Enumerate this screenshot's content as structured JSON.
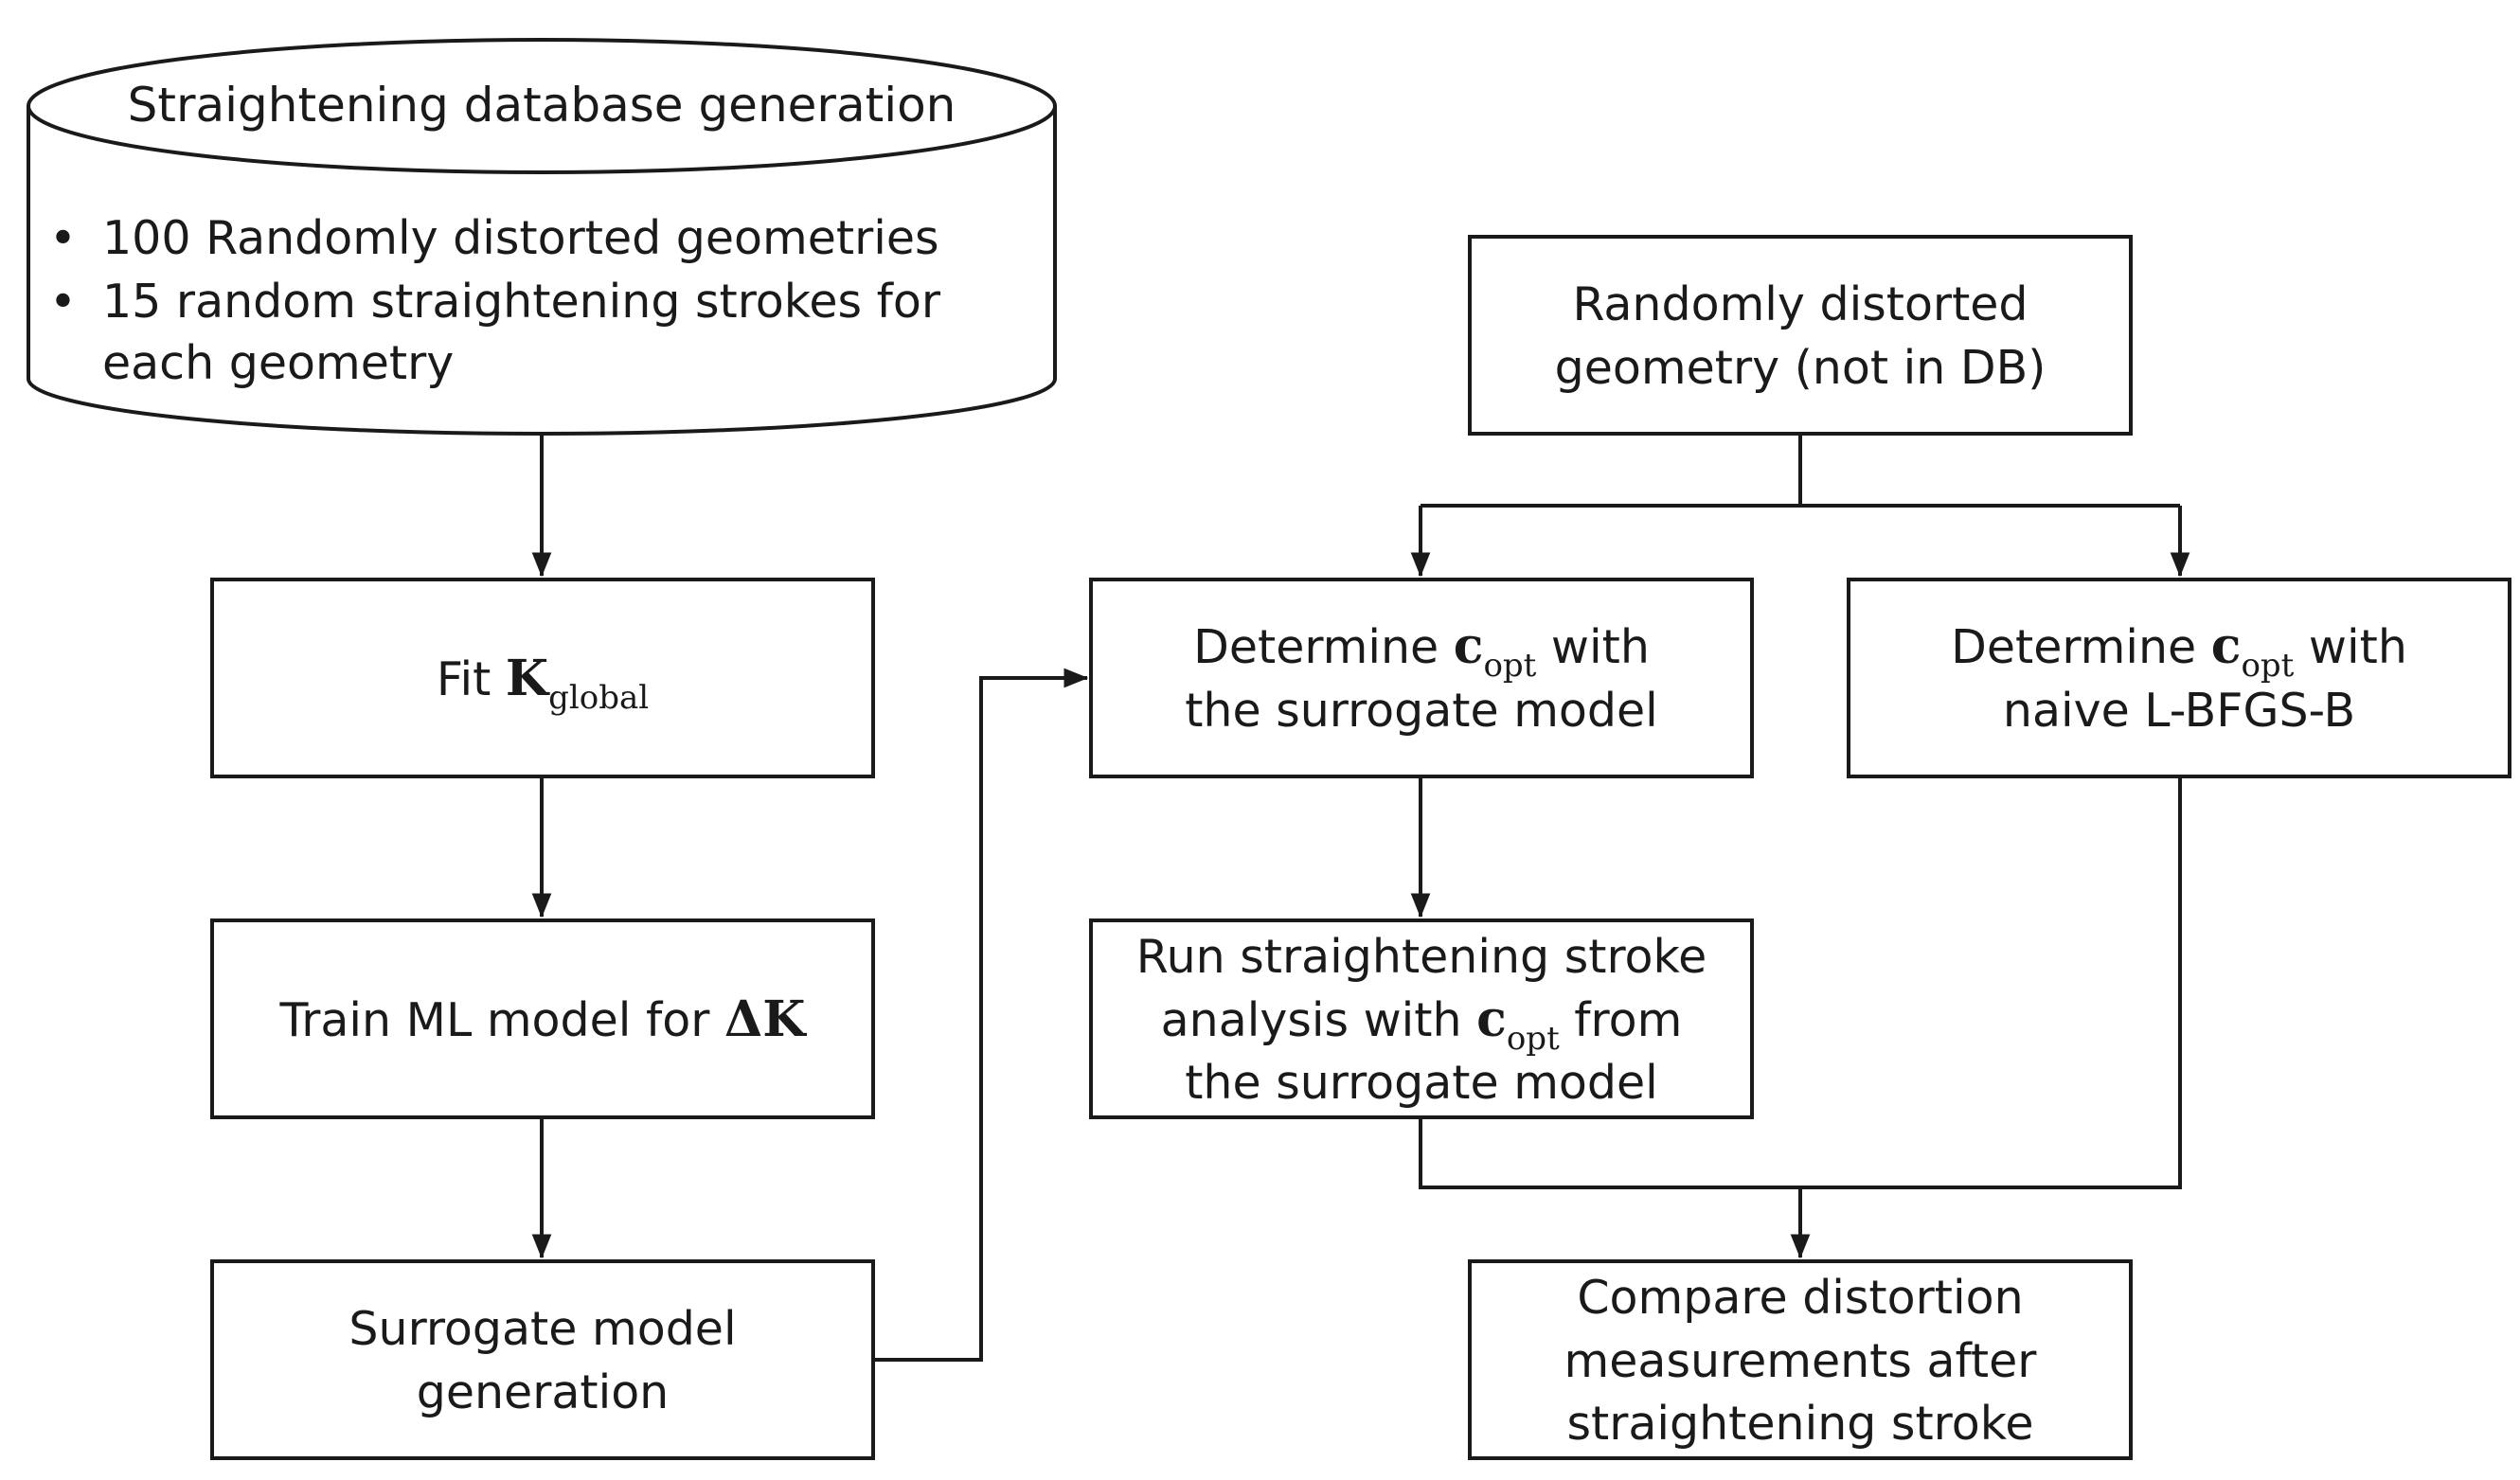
{
  "database": {
    "title": "Straightening database generation",
    "bullets": [
      "100 Randomly distorted geometries",
      "15 random straightening strokes for",
      "each geometry"
    ],
    "bullet_glyph": "•"
  },
  "fit": {
    "prefix": "Fit ",
    "symbol": "K",
    "subscript": "global"
  },
  "train": {
    "prefix": "Train ML model for ",
    "symbol": "ΔK"
  },
  "surrogate_gen": {
    "line1": "Surrogate model",
    "line2": "generation"
  },
  "random_geom": {
    "line1": "Randomly distorted",
    "line2": "geometry (not in DB)"
  },
  "det_surrogate": {
    "prefix": "Determine ",
    "symbol": "c",
    "subscript": "opt",
    "suffix": " with",
    "line2": "the surrogate model"
  },
  "det_naive": {
    "prefix": "Determine ",
    "symbol": "c",
    "subscript": "opt",
    "suffix": " with",
    "line2": "naive L-BFGS-B"
  },
  "run": {
    "line1": "Run straightening stroke",
    "prefix": "analysis with ",
    "symbol": "c",
    "subscript": "opt",
    "suffix": " from",
    "line3": "the surrogate model"
  },
  "compare": {
    "line1": "Compare distortion",
    "line2": "measurements after",
    "line3": "straightening stroke"
  },
  "colors": {
    "stroke": "#1a1a1a",
    "fill": "#ffffff"
  }
}
